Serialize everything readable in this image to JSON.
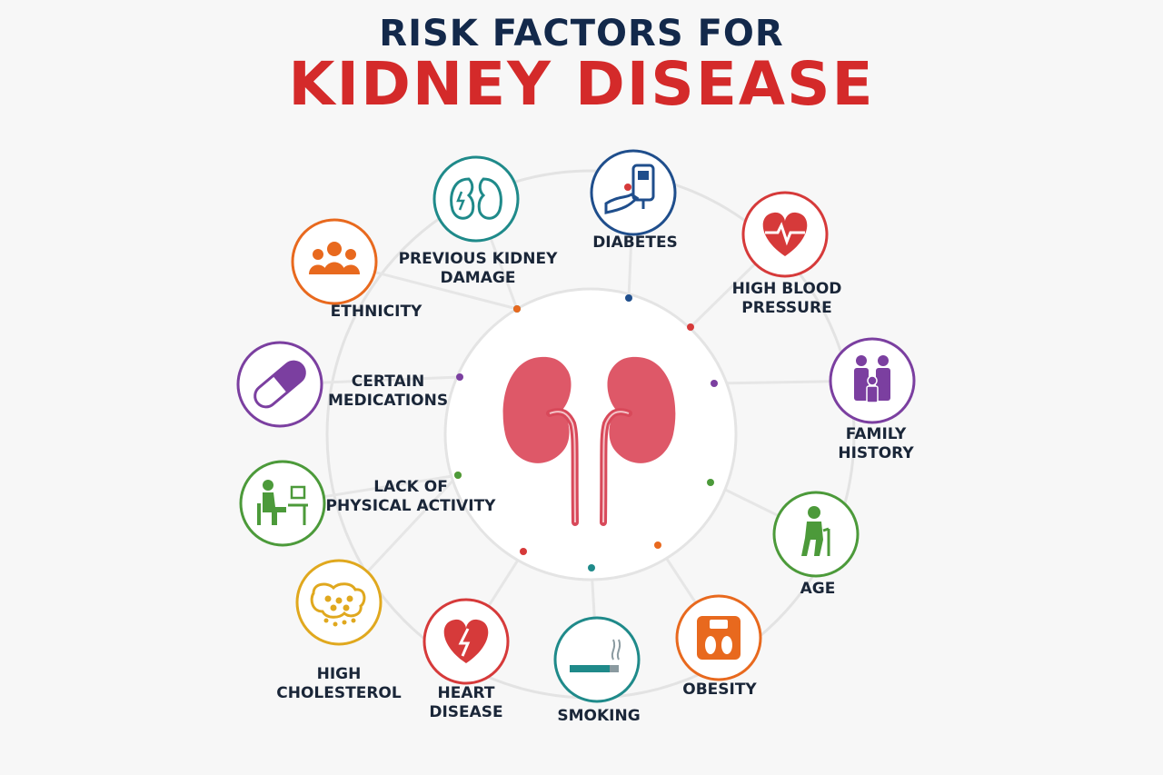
{
  "title": {
    "line1": "RISK FACTORS FOR",
    "line2": "KIDNEY DISEASE"
  },
  "center": {
    "icon": "kidneys-icon"
  },
  "factors": [
    {
      "key": "previous-kidney-damage",
      "lines": [
        "PREVIOUS KIDNEY",
        "DAMAGE"
      ],
      "color": "#1f8a8a",
      "icon": "kidney-outline-icon"
    },
    {
      "key": "diabetes",
      "lines": [
        "DIABETES"
      ],
      "color": "#1f4e8c",
      "icon": "glucose-meter-icon"
    },
    {
      "key": "high-blood-pressure",
      "lines": [
        "HIGH BLOOD",
        "PRESSURE"
      ],
      "color": "#d63a3a",
      "icon": "heart-pulse-icon"
    },
    {
      "key": "family-history",
      "lines": [
        "FAMILY",
        "HISTORY"
      ],
      "color": "#7b3fa0",
      "icon": "family-icon"
    },
    {
      "key": "age",
      "lines": [
        "AGE"
      ],
      "color": "#4c9a3a",
      "icon": "elderly-person-icon"
    },
    {
      "key": "obesity",
      "lines": [
        "OBESITY"
      ],
      "color": "#e8691e",
      "icon": "scale-icon"
    },
    {
      "key": "smoking",
      "lines": [
        "SMOKING"
      ],
      "color": "#1f8a8a",
      "icon": "cigarette-icon"
    },
    {
      "key": "heart-disease",
      "lines": [
        "HEART",
        "DISEASE"
      ],
      "color": "#d63a3a",
      "icon": "broken-heart-icon"
    },
    {
      "key": "high-cholesterol",
      "lines": [
        "HIGH",
        "CHOLESTEROL"
      ],
      "color": "#e0a81e",
      "icon": "cholesterol-icon"
    },
    {
      "key": "lack-of-physical-activity",
      "lines": [
        "LACK OF",
        "PHYSICAL ACTIVITY"
      ],
      "color": "#4c9a3a",
      "icon": "desk-sitting-icon"
    },
    {
      "key": "certain-medications",
      "lines": [
        "CERTAIN",
        "MEDICATIONS"
      ],
      "color": "#7b3fa0",
      "icon": "pill-icon"
    },
    {
      "key": "ethnicity",
      "lines": [
        "ETHNICITY"
      ],
      "color": "#e8691e",
      "icon": "people-group-icon"
    }
  ]
}
